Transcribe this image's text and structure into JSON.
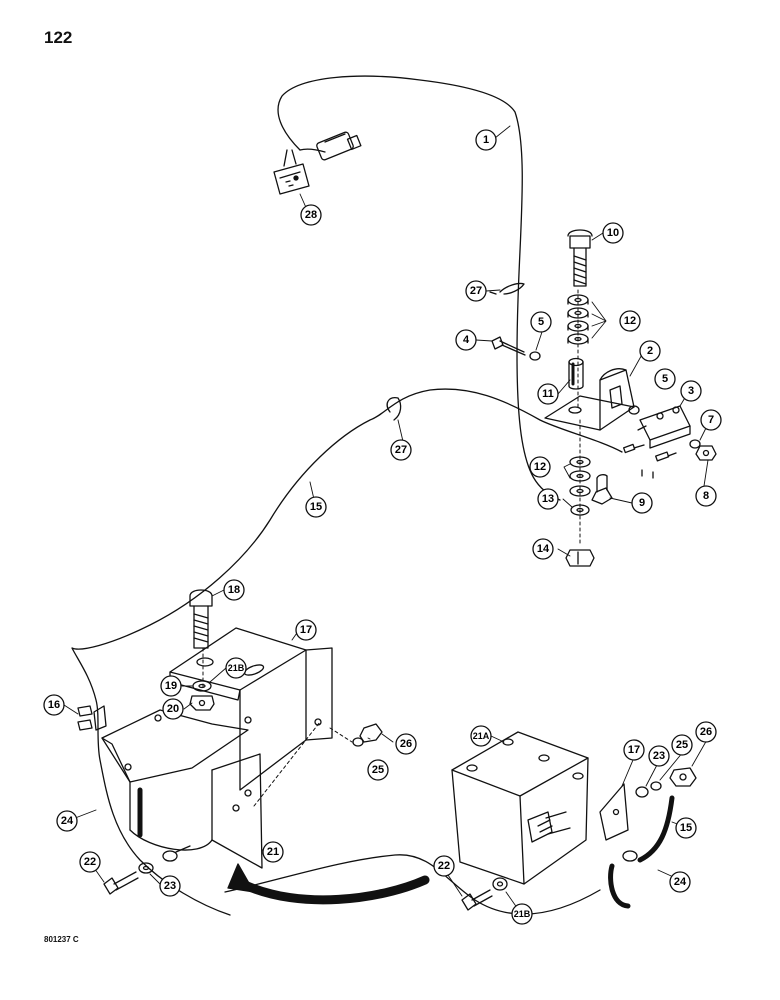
{
  "page": {
    "number": "122",
    "drawing_code": "801237 C"
  },
  "callouts": [
    {
      "id": "c1",
      "label": "1"
    },
    {
      "id": "c2",
      "label": "2"
    },
    {
      "id": "c3",
      "label": "3"
    },
    {
      "id": "c4",
      "label": "4"
    },
    {
      "id": "c5a",
      "label": "5"
    },
    {
      "id": "c5b",
      "label": "5"
    },
    {
      "id": "c7",
      "label": "7"
    },
    {
      "id": "c8",
      "label": "8"
    },
    {
      "id": "c9",
      "label": "9"
    },
    {
      "id": "c10",
      "label": "10"
    },
    {
      "id": "c11",
      "label": "11"
    },
    {
      "id": "c12a",
      "label": "12"
    },
    {
      "id": "c12b",
      "label": "12"
    },
    {
      "id": "c13",
      "label": "13"
    },
    {
      "id": "c14",
      "label": "14"
    },
    {
      "id": "c15a",
      "label": "15"
    },
    {
      "id": "c15b",
      "label": "15"
    },
    {
      "id": "c16",
      "label": "16"
    },
    {
      "id": "c17a",
      "label": "17"
    },
    {
      "id": "c17b",
      "label": "17"
    },
    {
      "id": "c18",
      "label": "18"
    },
    {
      "id": "c19",
      "label": "19"
    },
    {
      "id": "c20",
      "label": "20"
    },
    {
      "id": "c21",
      "label": "21"
    },
    {
      "id": "c21a",
      "label": "21A"
    },
    {
      "id": "c21ba",
      "label": "21B"
    },
    {
      "id": "c21bb",
      "label": "21B"
    },
    {
      "id": "c22a",
      "label": "22"
    },
    {
      "id": "c22b",
      "label": "22"
    },
    {
      "id": "c23a",
      "label": "23"
    },
    {
      "id": "c23b",
      "label": "23"
    },
    {
      "id": "c24a",
      "label": "24"
    },
    {
      "id": "c24b",
      "label": "24"
    },
    {
      "id": "c25a",
      "label": "25"
    },
    {
      "id": "c25b",
      "label": "25"
    },
    {
      "id": "c26a",
      "label": "26"
    },
    {
      "id": "c26b",
      "label": "26"
    },
    {
      "id": "c27a",
      "label": "27"
    },
    {
      "id": "c27b",
      "label": "27"
    },
    {
      "id": "c28",
      "label": "28"
    }
  ]
}
